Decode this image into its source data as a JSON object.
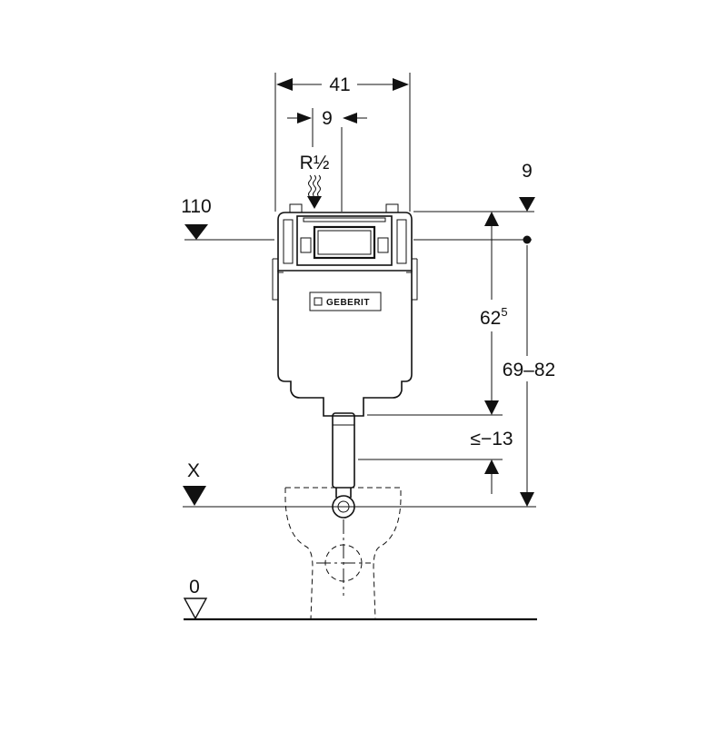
{
  "dimensions": {
    "width_top": "41",
    "width_inlet": "9",
    "inlet_thread": "R½",
    "top_offset": "9",
    "level_upper": "110",
    "height_main": "62",
    "height_main_sup": "5",
    "height_range": "69–82",
    "offset_lower": "≤−13",
    "level_x": "X",
    "level_floor": "0"
  },
  "brand": {
    "logo_text": "GEBERIT"
  }
}
